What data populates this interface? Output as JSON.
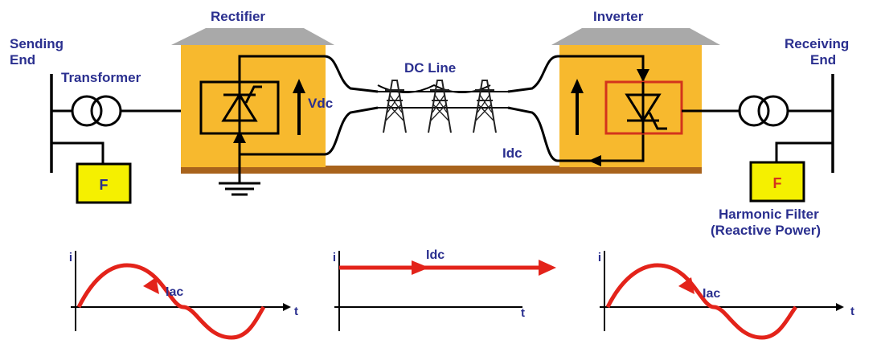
{
  "labels": {
    "sending_end_1": "Sending",
    "sending_end_2": "End",
    "transformer": "Transformer",
    "rectifier": "Rectifier",
    "vdc": "Vdc",
    "dc_line": "DC Line",
    "inverter": "Inverter",
    "receiving_end_1": "Receiving",
    "receiving_end_2": "End",
    "idc": "Idc",
    "filter_left": "F",
    "filter_right": "F",
    "harmonic_filter_1": "Harmonic Filter",
    "harmonic_filter_2": "(Reactive Power)"
  },
  "waveforms": {
    "left": {
      "y_axis": "i",
      "x_axis": "t",
      "label": "Iac"
    },
    "middle": {
      "y_axis": "i",
      "x_axis": "t",
      "label": "Idc"
    },
    "right": {
      "y_axis": "i",
      "x_axis": "t",
      "label": "Iac"
    }
  },
  "colors": {
    "station_fill": "#f7b92e",
    "roof_fill": "#a9a9a9",
    "ground_bar": "#a8631c",
    "filter_fill": "#f5f000",
    "wave": "#e3231a",
    "label": "#2a2f8f",
    "inverter_valve_border": "#d3341c"
  }
}
